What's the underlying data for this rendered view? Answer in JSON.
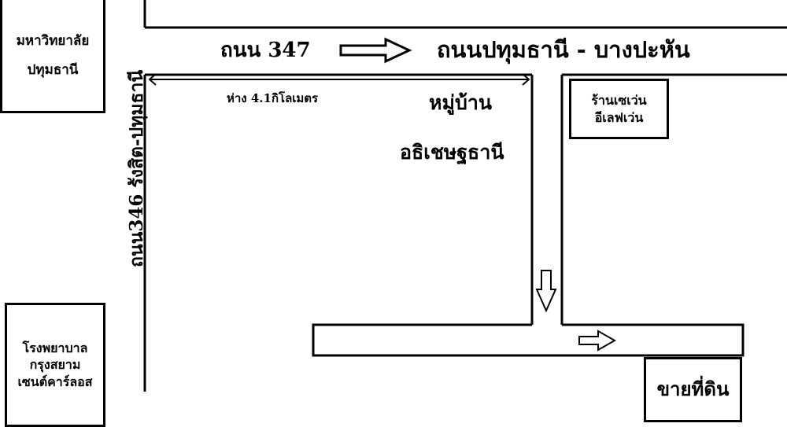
{
  "roads": {
    "road_347": "ถนน 347",
    "pathum_bangpahan": "ถนนปทุมธานี - บางปะหัน",
    "road_346": "ถนน346 รังสิต-ปทุมธานี"
  },
  "distance": "ห่าง 4.1กิโลเมตร",
  "village": {
    "line1": "หมู่บ้าน",
    "line2": "อธิเชษฐธานี"
  },
  "landmarks": {
    "university": [
      "มหาวิทยาลัย",
      "ปทุมธานี"
    ],
    "seven_eleven": [
      "ร้านเซเว่น",
      "อีเลฟเว่น"
    ],
    "hospital": [
      "โรงพยาบาล",
      "กรุงสยาม",
      "เซนต์คาร์ลอส"
    ],
    "land_for_sale": "ขายที่ดิน"
  },
  "colors": {
    "line": "#000000",
    "background": "#ffffff"
  },
  "icons": [
    "arrow-right-icon",
    "arrow-down-icon",
    "double-arrow-icon"
  ]
}
